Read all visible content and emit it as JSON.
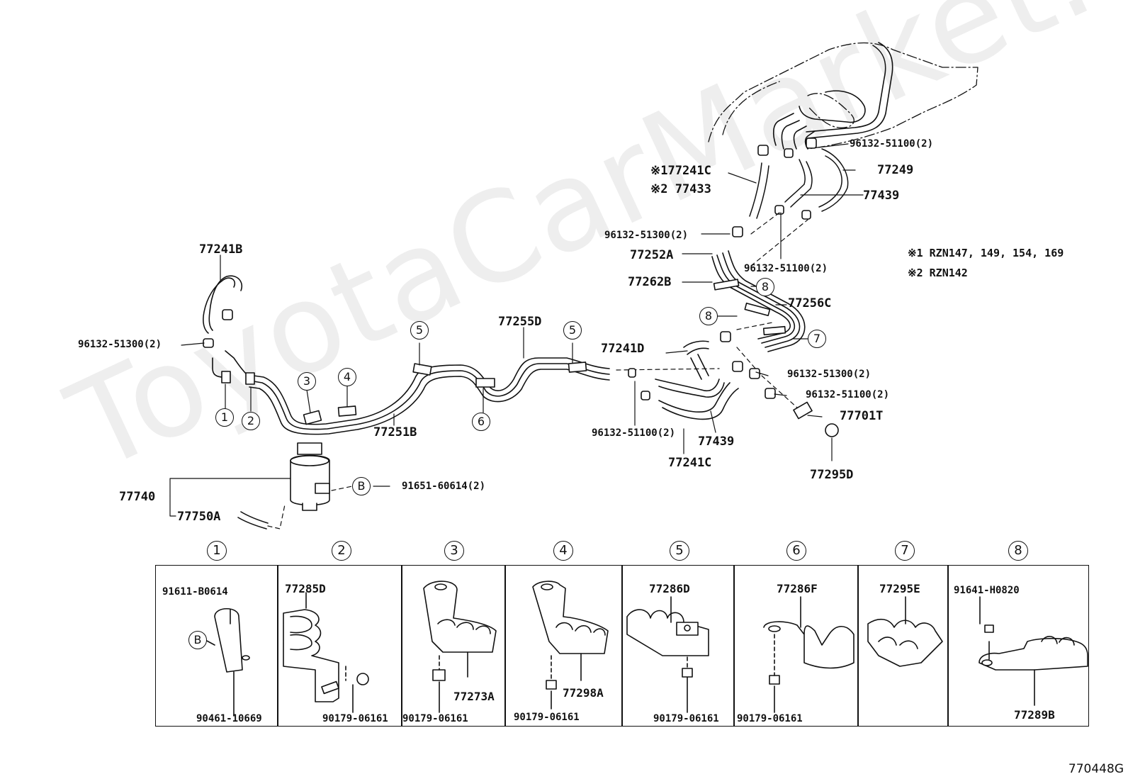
{
  "watermark": "ToyotaCarMarket.ru",
  "diagram_ref": "770448G",
  "notes": {
    "n1": "※1  RZN147, 149, 154, 169",
    "n2": "※2  RZN142"
  },
  "labels": {
    "p77241B": "77241B",
    "p96132_51300_left": "96132-51300(2)",
    "p77251B": "77251B",
    "p77255D": "77255D",
    "p77740": "77740",
    "p77750A": "77750A",
    "p91651": "91651-60614(2)",
    "p77241D": "77241D",
    "p96132_51100_mid": "96132-51100(2)",
    "p77241C_bottom": "77241C",
    "p77439_bottom": "77439",
    "p77295D": "77295D",
    "p77701T": "77701T",
    "p96132_51100_right": "96132-51100(2)",
    "p96132_51300_right": "96132-51300(2)",
    "p77256C": "77256C",
    "p77262B": "77262B",
    "p77252A": "77252A",
    "p96132_51300_top": "96132-51300(2)",
    "p96132_51100_center": "96132-51100(2)",
    "p77241C_top": "※177241C",
    "p77433": "※2 77433",
    "p77249": "77249",
    "p77439_top": "77439",
    "p96132_51100_top": "96132-51100(2)"
  },
  "callouts": {
    "c1": "1",
    "c2": "2",
    "c3": "3",
    "c4": "4",
    "c5a": "5",
    "c5b": "5",
    "c6": "6",
    "c7": "7",
    "c8a": "8",
    "c8b": "8",
    "cB": "B"
  },
  "panels": [
    {
      "num": "1",
      "parts": [
        "91611-B0614",
        "B",
        "90461-10669"
      ]
    },
    {
      "num": "2",
      "parts": [
        "77285D",
        "90179-06161"
      ]
    },
    {
      "num": "3",
      "parts": [
        "77273A",
        "90179-06161"
      ]
    },
    {
      "num": "4",
      "parts": [
        "77298A",
        "90179-06161"
      ]
    },
    {
      "num": "5",
      "parts": [
        "77286D",
        "90179-06161"
      ]
    },
    {
      "num": "6",
      "parts": [
        "77286F",
        "90179-06161"
      ]
    },
    {
      "num": "7",
      "parts": [
        "77295E"
      ]
    },
    {
      "num": "8",
      "parts": [
        "91641-H0820",
        "77289B"
      ]
    }
  ]
}
